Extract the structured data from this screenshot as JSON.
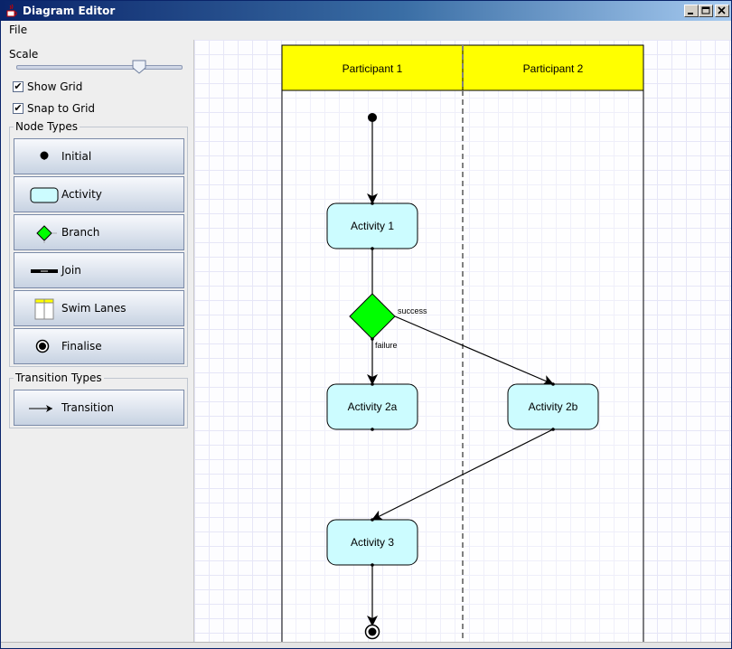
{
  "window": {
    "title": "Diagram Editor"
  },
  "menu": {
    "file": "File"
  },
  "sidebar": {
    "scale_label": "Scale",
    "scale_value": 0.75,
    "show_grid": {
      "label": "Show Grid",
      "checked": true
    },
    "snap_to_grid": {
      "label": "Snap to Grid",
      "checked": true
    },
    "node_types_title": "Node Types",
    "node_types": [
      {
        "label": "Initial",
        "icon": "initial-node-icon"
      },
      {
        "label": "Activity",
        "icon": "activity-node-icon"
      },
      {
        "label": "Branch",
        "icon": "branch-node-icon"
      },
      {
        "label": "Join",
        "icon": "join-node-icon"
      },
      {
        "label": "Swim Lanes",
        "icon": "swim-lanes-icon"
      },
      {
        "label": "Finalise",
        "icon": "final-node-icon"
      }
    ],
    "transition_types_title": "Transition Types",
    "transition_types": [
      {
        "label": "Transition",
        "icon": "transition-arrow-icon"
      }
    ]
  },
  "diagram": {
    "lanes": [
      "Participant 1",
      "Participant 2"
    ],
    "activities": [
      "Activity 1",
      "Activity 2a",
      "Activity 2b",
      "Activity 3"
    ],
    "branch_labels": {
      "success": "success",
      "failure": "failure"
    },
    "colors": {
      "lane_header": "#ffff00",
      "activity_fill": "#ccfcff",
      "branch_fill": "#00ff00"
    }
  }
}
